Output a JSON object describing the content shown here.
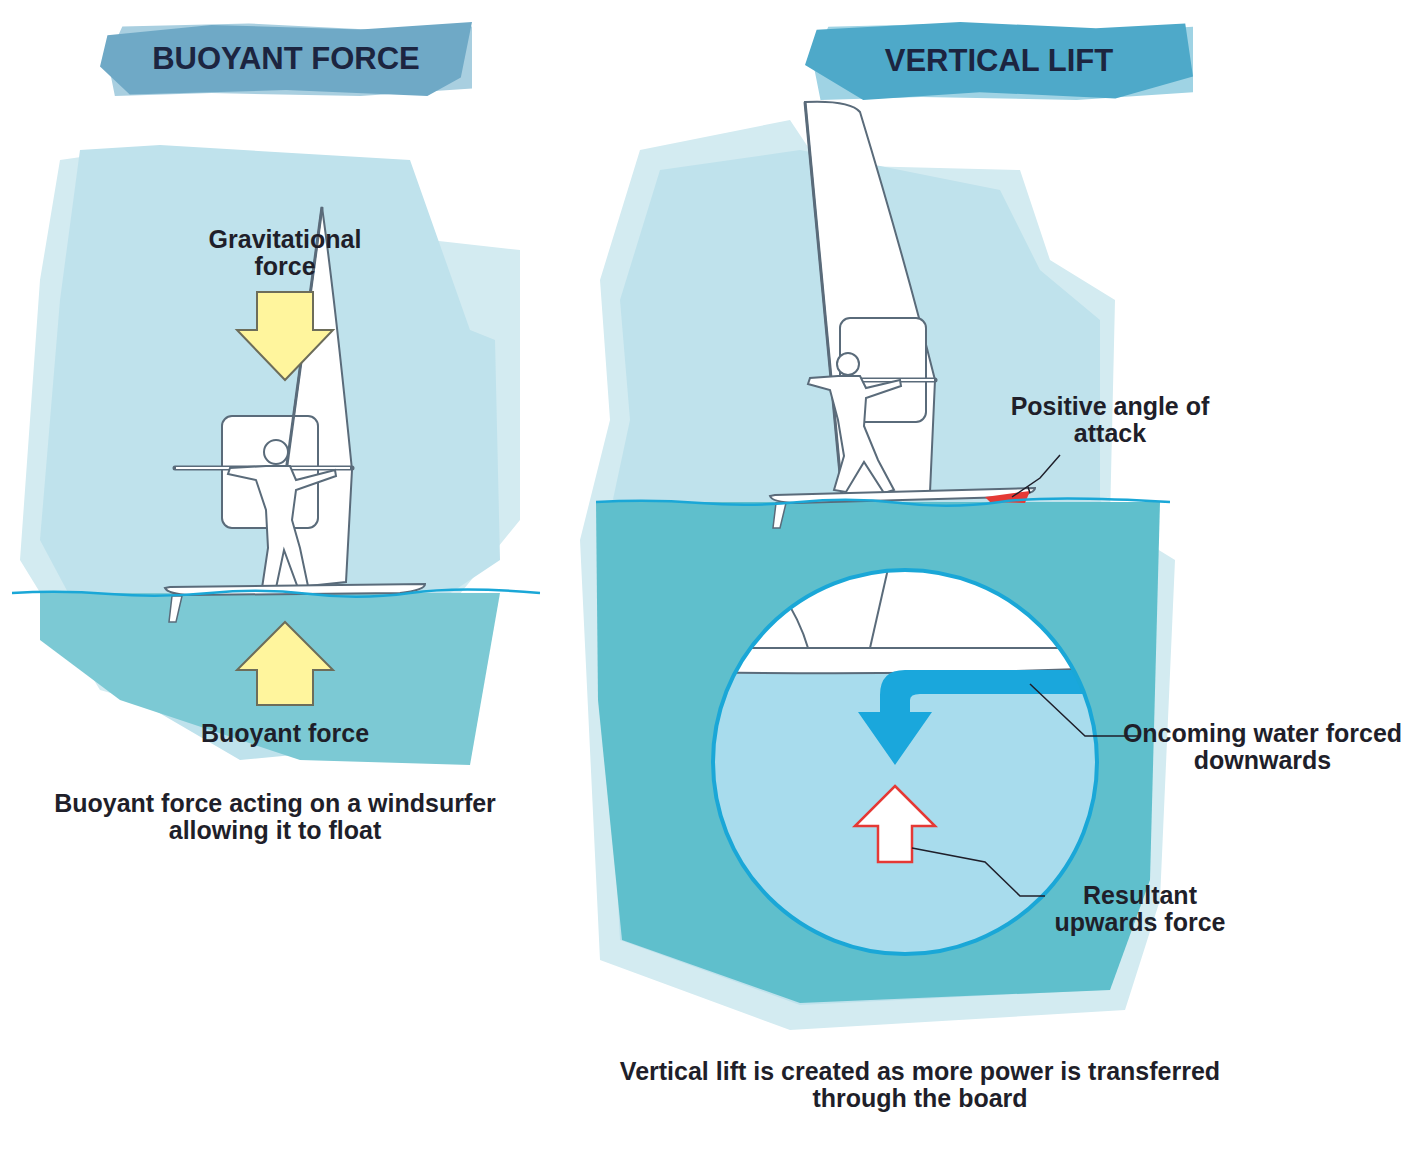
{
  "diagram": {
    "nodes": [
      {
        "text": [
          "BUOYANT FORCE"
        ]
      },
      {
        "text": [
          "VERTICAL LIFT"
        ]
      }
    ],
    "labels": [
      "Gravitational force",
      "Buoyant force",
      "Buoyant force acting on a windsurfer allowing it to float",
      "Positive angle of attack",
      "Oncoming water forced downwards",
      "Resultant upwards force",
      "Vertical lift is created as more power is transferred through the board"
    ]
  }
}
